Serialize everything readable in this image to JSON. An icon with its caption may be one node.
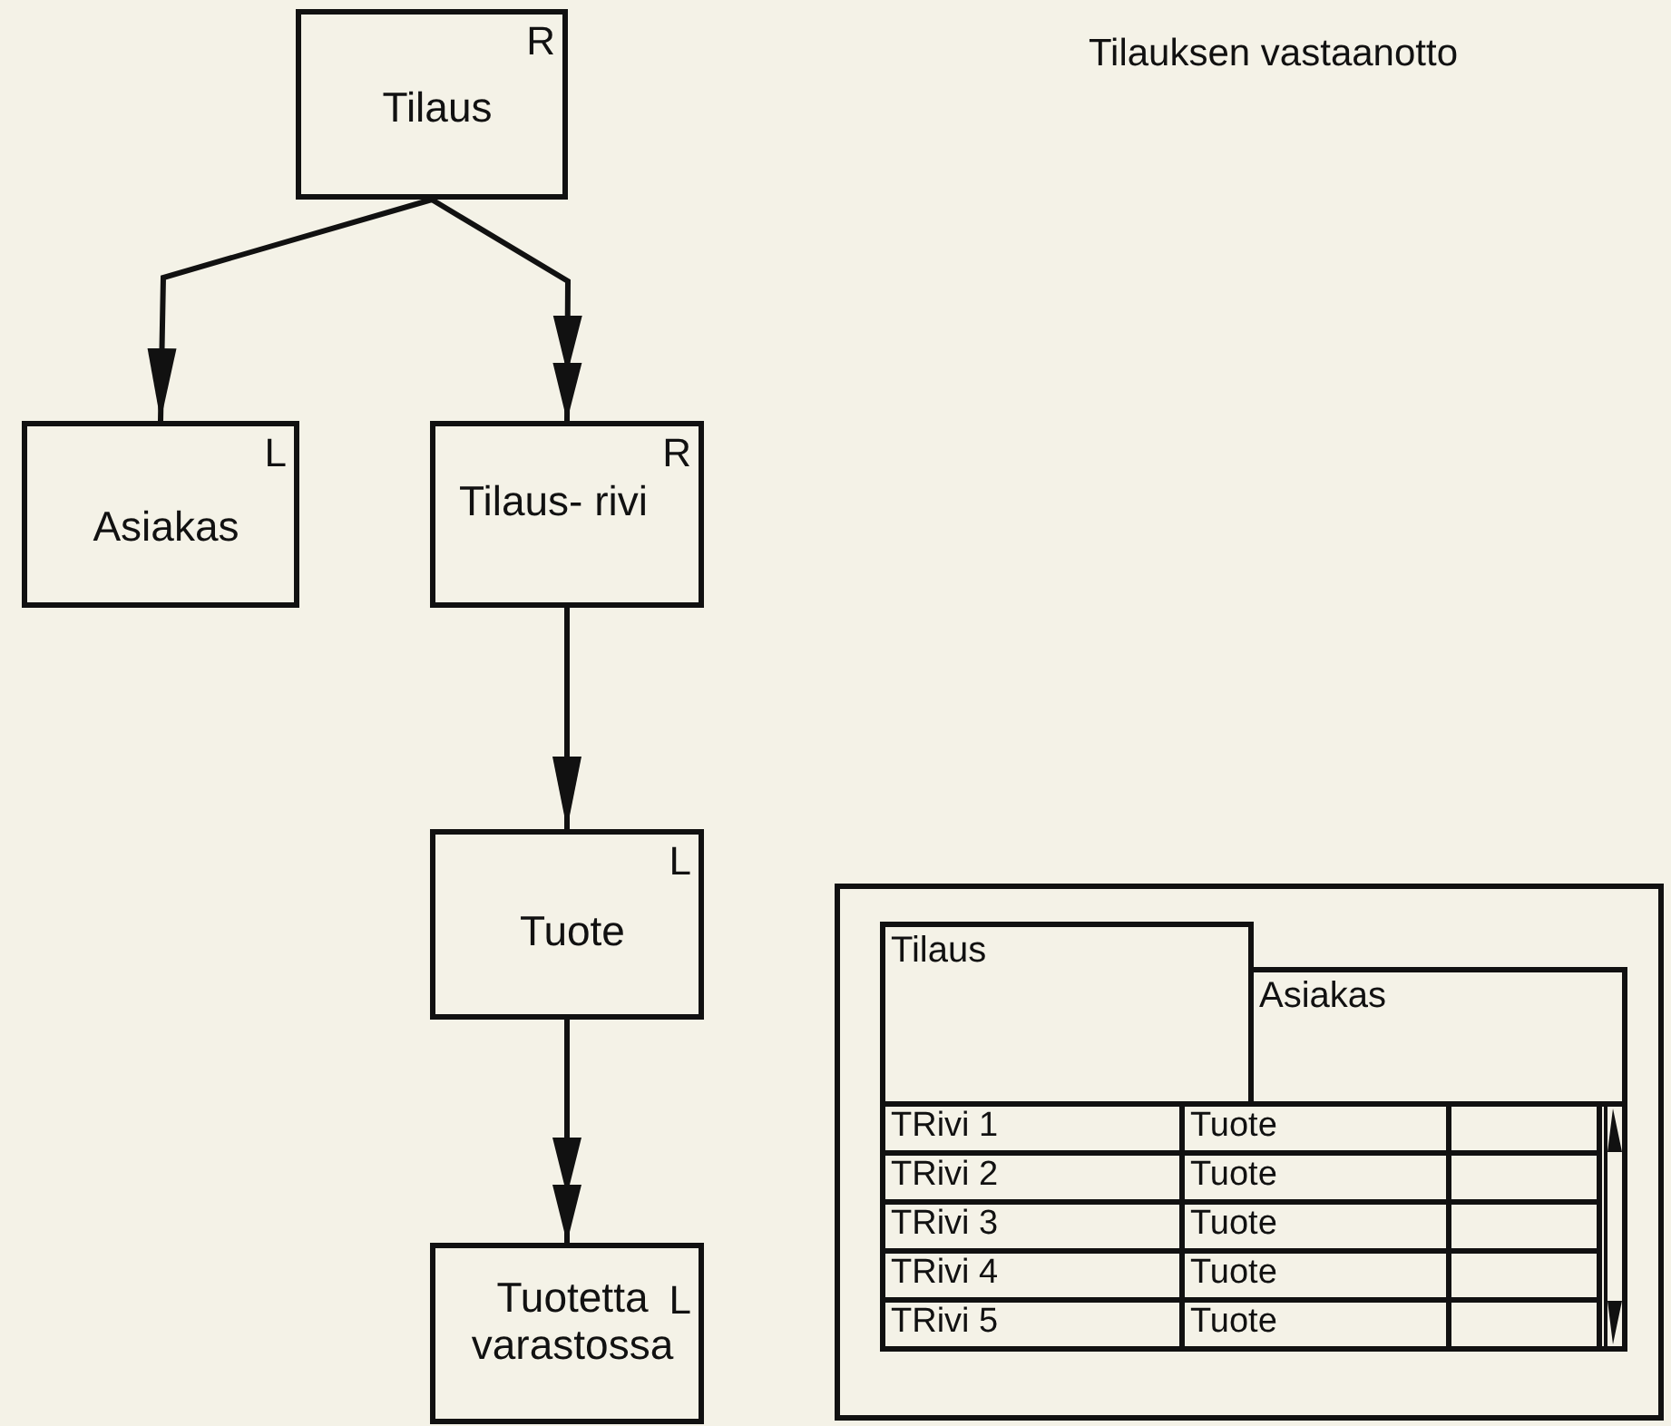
{
  "diagram": {
    "title": "Tilauksen vastaanotto",
    "nodes": [
      {
        "text": [
          "Tilaus",
          "R"
        ]
      },
      {
        "text": [
          "Asiakas",
          "L"
        ]
      },
      {
        "text": [
          "Tilaus- rivi",
          "R"
        ]
      },
      {
        "text": [
          "Tuote",
          "L"
        ]
      },
      {
        "text": [
          "Tuotetta varastossa",
          "L"
        ]
      },
      {
        "text": [],
        "shape": "box"
      },
      {
        "text": [
          "Tilaus"
        ],
        "in": 5
      },
      {
        "text": [
          "Asiakas"
        ],
        "in": 5
      }
    ],
    "edges": [
      {
        "from": 0,
        "to": 1,
        "arrow": "to"
      },
      {
        "from": 0,
        "to": 2,
        "arrow": "to"
      },
      {
        "from": 2,
        "to": 3,
        "arrow": "to"
      },
      {
        "from": 3,
        "to": 4,
        "arrow": "to"
      }
    ],
    "labels": [
      "TRivi 1",
      "Tuote",
      "TRivi 2",
      "Tuote",
      "TRivi 3",
      "Tuote",
      "TRivi 4",
      "Tuote",
      "TRivi 5",
      "Tuote"
    ]
  }
}
